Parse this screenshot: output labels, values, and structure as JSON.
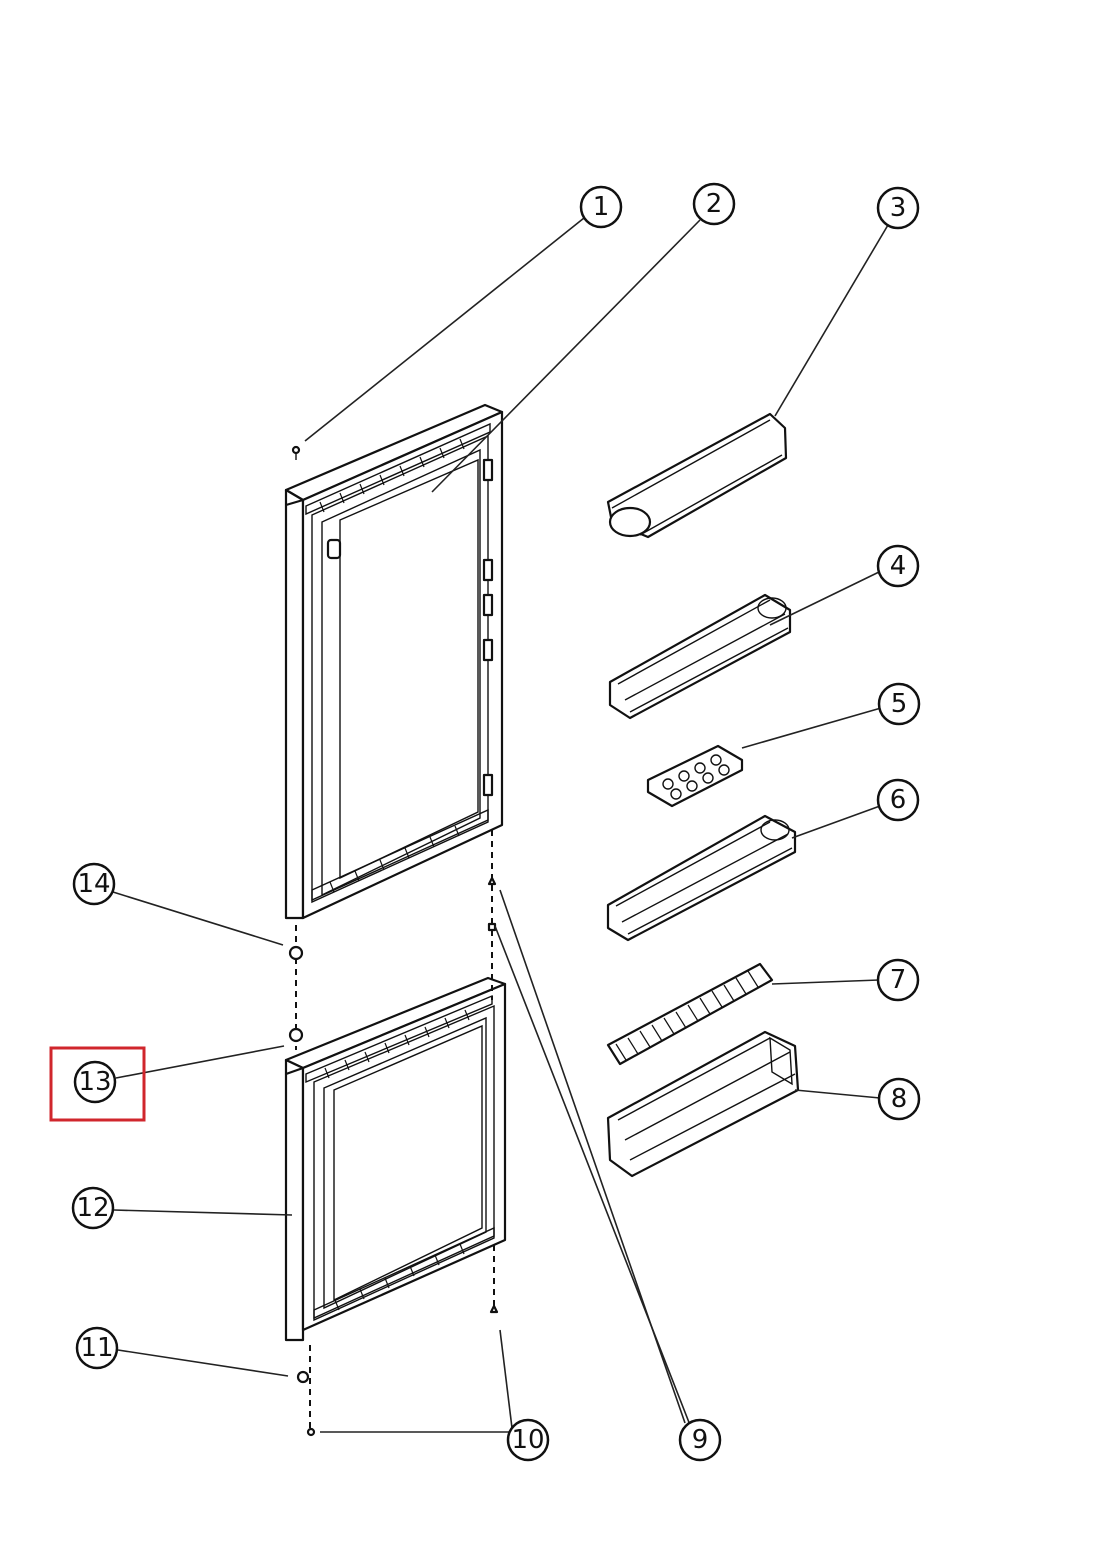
{
  "callouts": [
    {
      "id": "1",
      "label": "1"
    },
    {
      "id": "2",
      "label": "2"
    },
    {
      "id": "3",
      "label": "3"
    },
    {
      "id": "4",
      "label": "4"
    },
    {
      "id": "5",
      "label": "5"
    },
    {
      "id": "6",
      "label": "6"
    },
    {
      "id": "7",
      "label": "7"
    },
    {
      "id": "8",
      "label": "8"
    },
    {
      "id": "9",
      "label": "9"
    },
    {
      "id": "10",
      "label": "10"
    },
    {
      "id": "11",
      "label": "11"
    },
    {
      "id": "12",
      "label": "12"
    },
    {
      "id": "13",
      "label": "13"
    },
    {
      "id": "14",
      "label": "14"
    }
  ],
  "highlighted_callout": "13",
  "colors": {
    "line": "#111111",
    "highlight": "#d0262c",
    "background": "#ffffff"
  }
}
